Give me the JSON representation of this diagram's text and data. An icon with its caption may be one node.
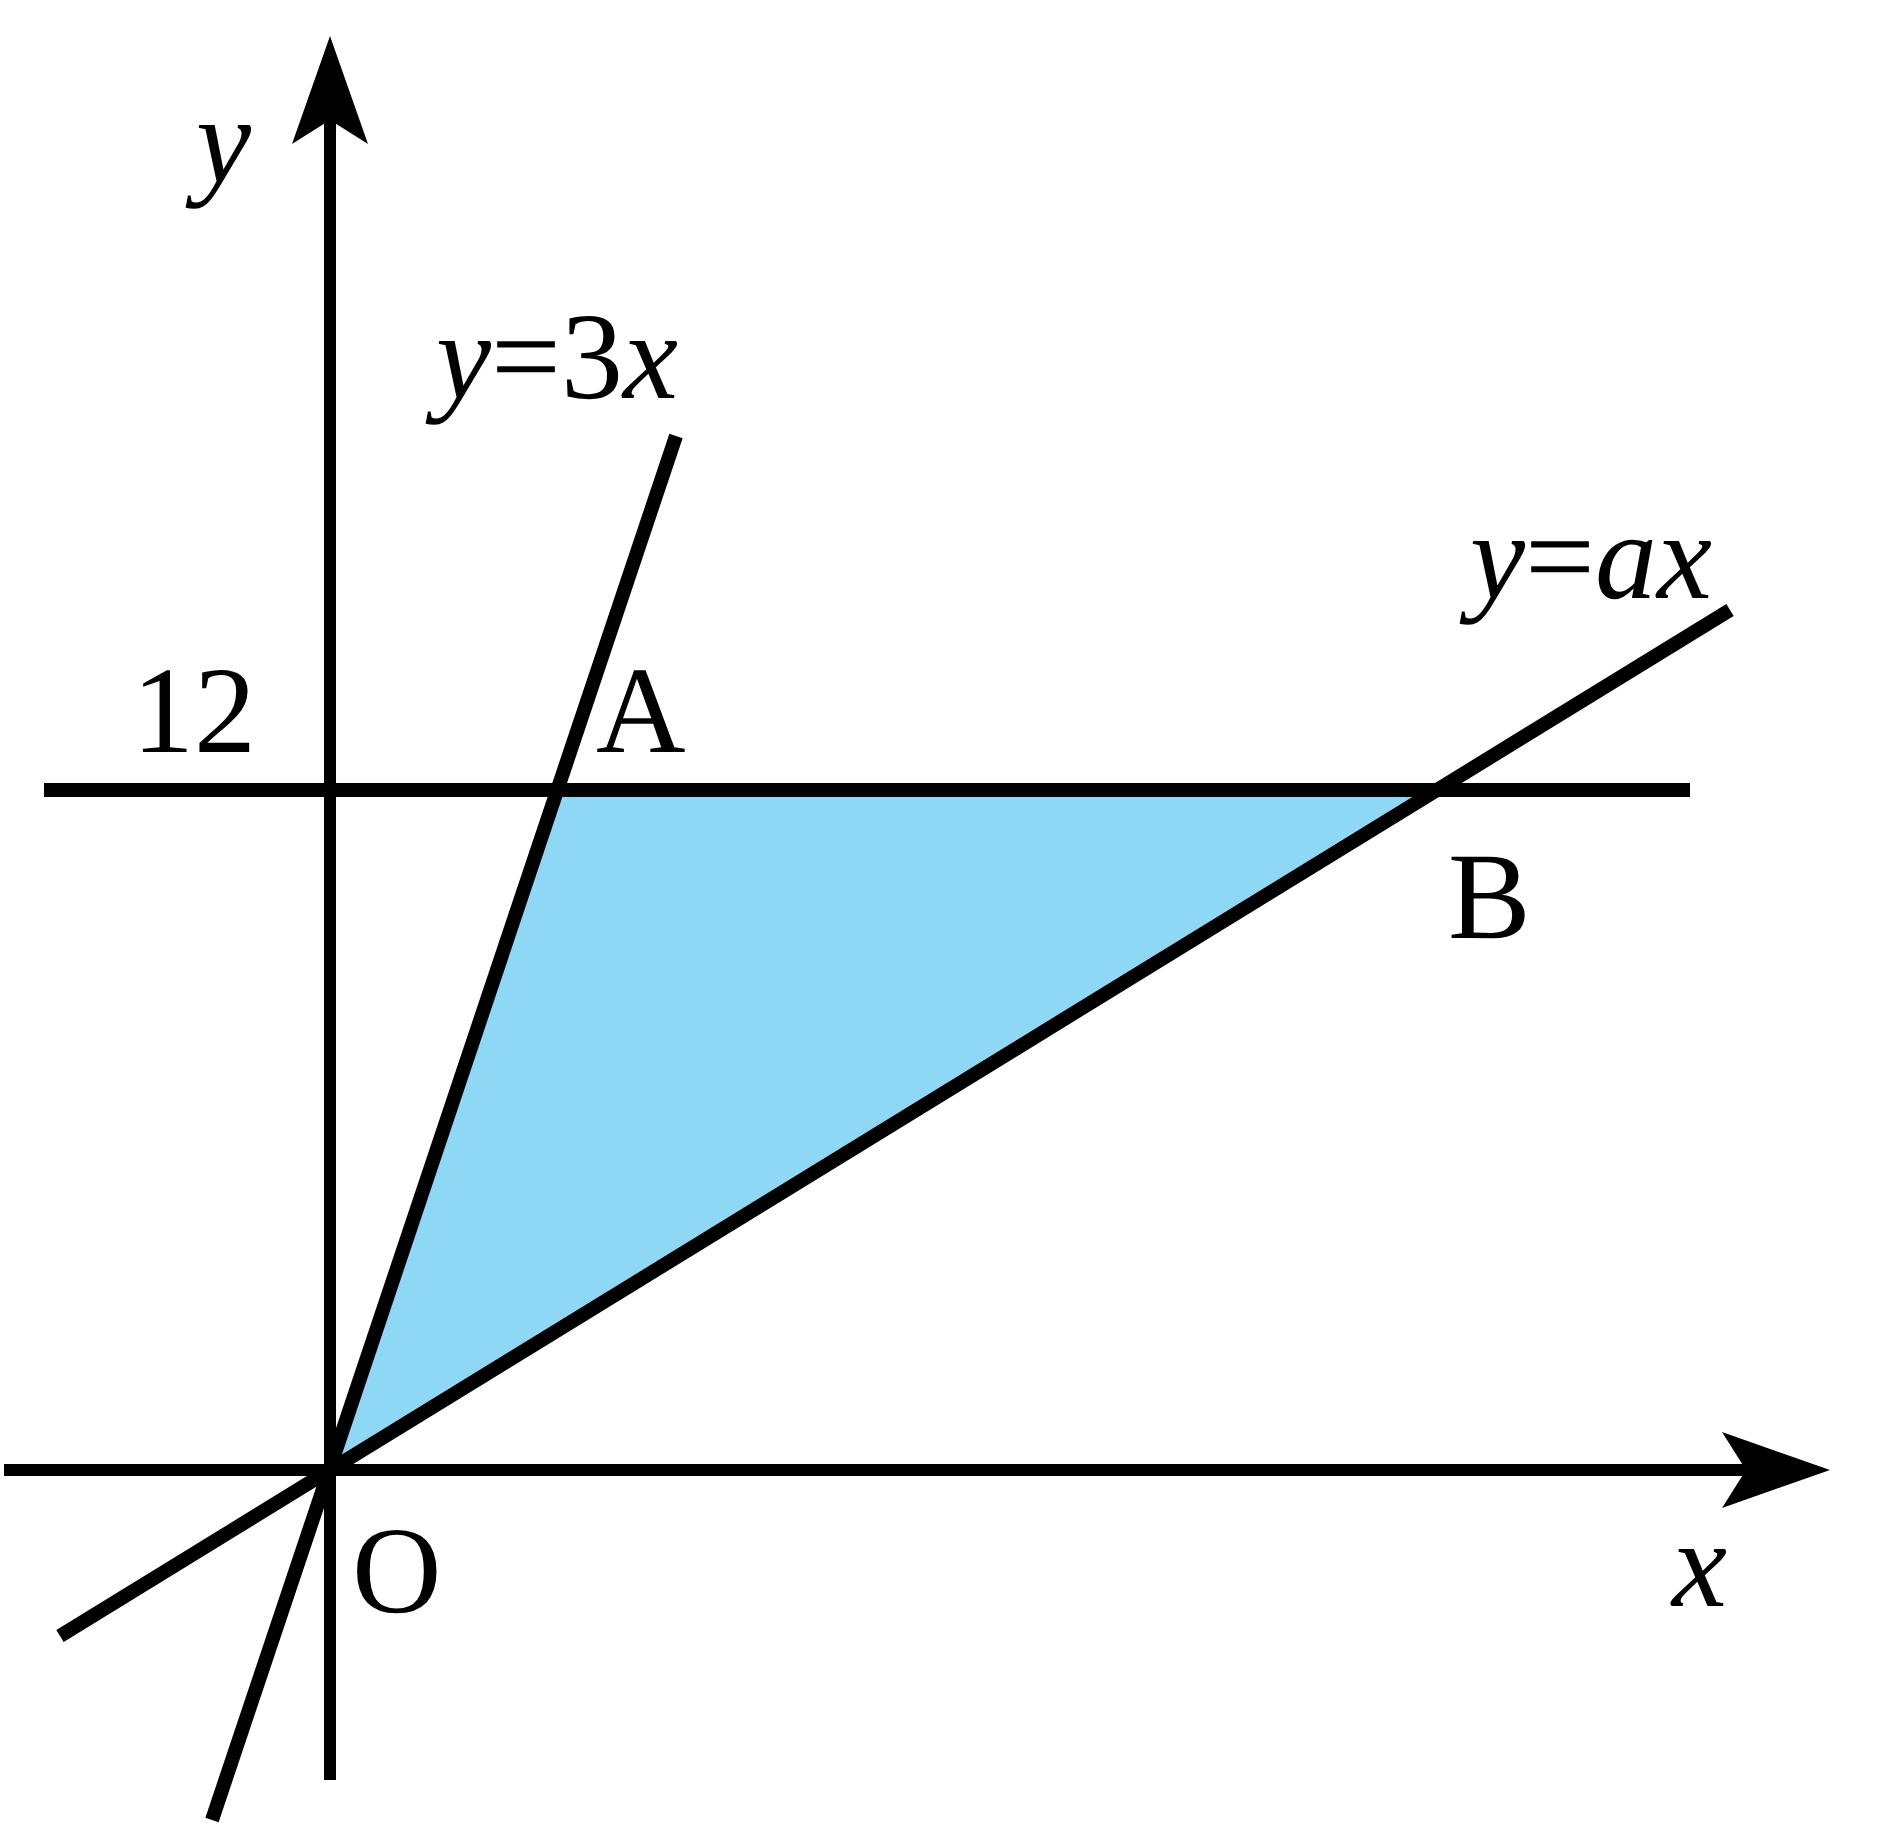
{
  "diagram": {
    "labels": [
      "y",
      "y=3x",
      "y=ax",
      "12",
      "A",
      "B",
      "O",
      "x"
    ]
  }
}
